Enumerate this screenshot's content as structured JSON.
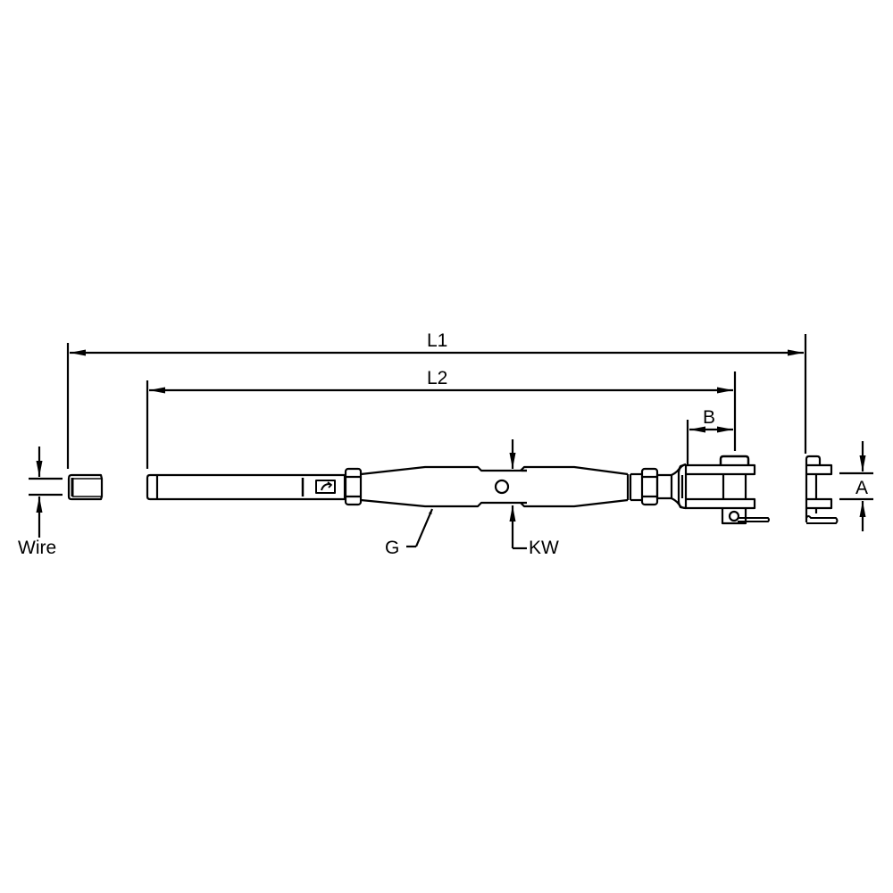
{
  "diagram": {
    "subject": "turnbuckle with swage terminal and fork (clevis) end",
    "line_color": "#000000",
    "background": "#ffffff",
    "dimensions": {
      "overall_length": {
        "label": "L1"
      },
      "body_length": {
        "label": "L2"
      },
      "fork_depth": {
        "label": "B"
      },
      "fork_jaw_width": {
        "label": "A"
      },
      "wire_diameter": {
        "label": "Wire"
      },
      "thread": {
        "label": "G"
      },
      "wrench_size": {
        "label": "KW"
      }
    }
  }
}
